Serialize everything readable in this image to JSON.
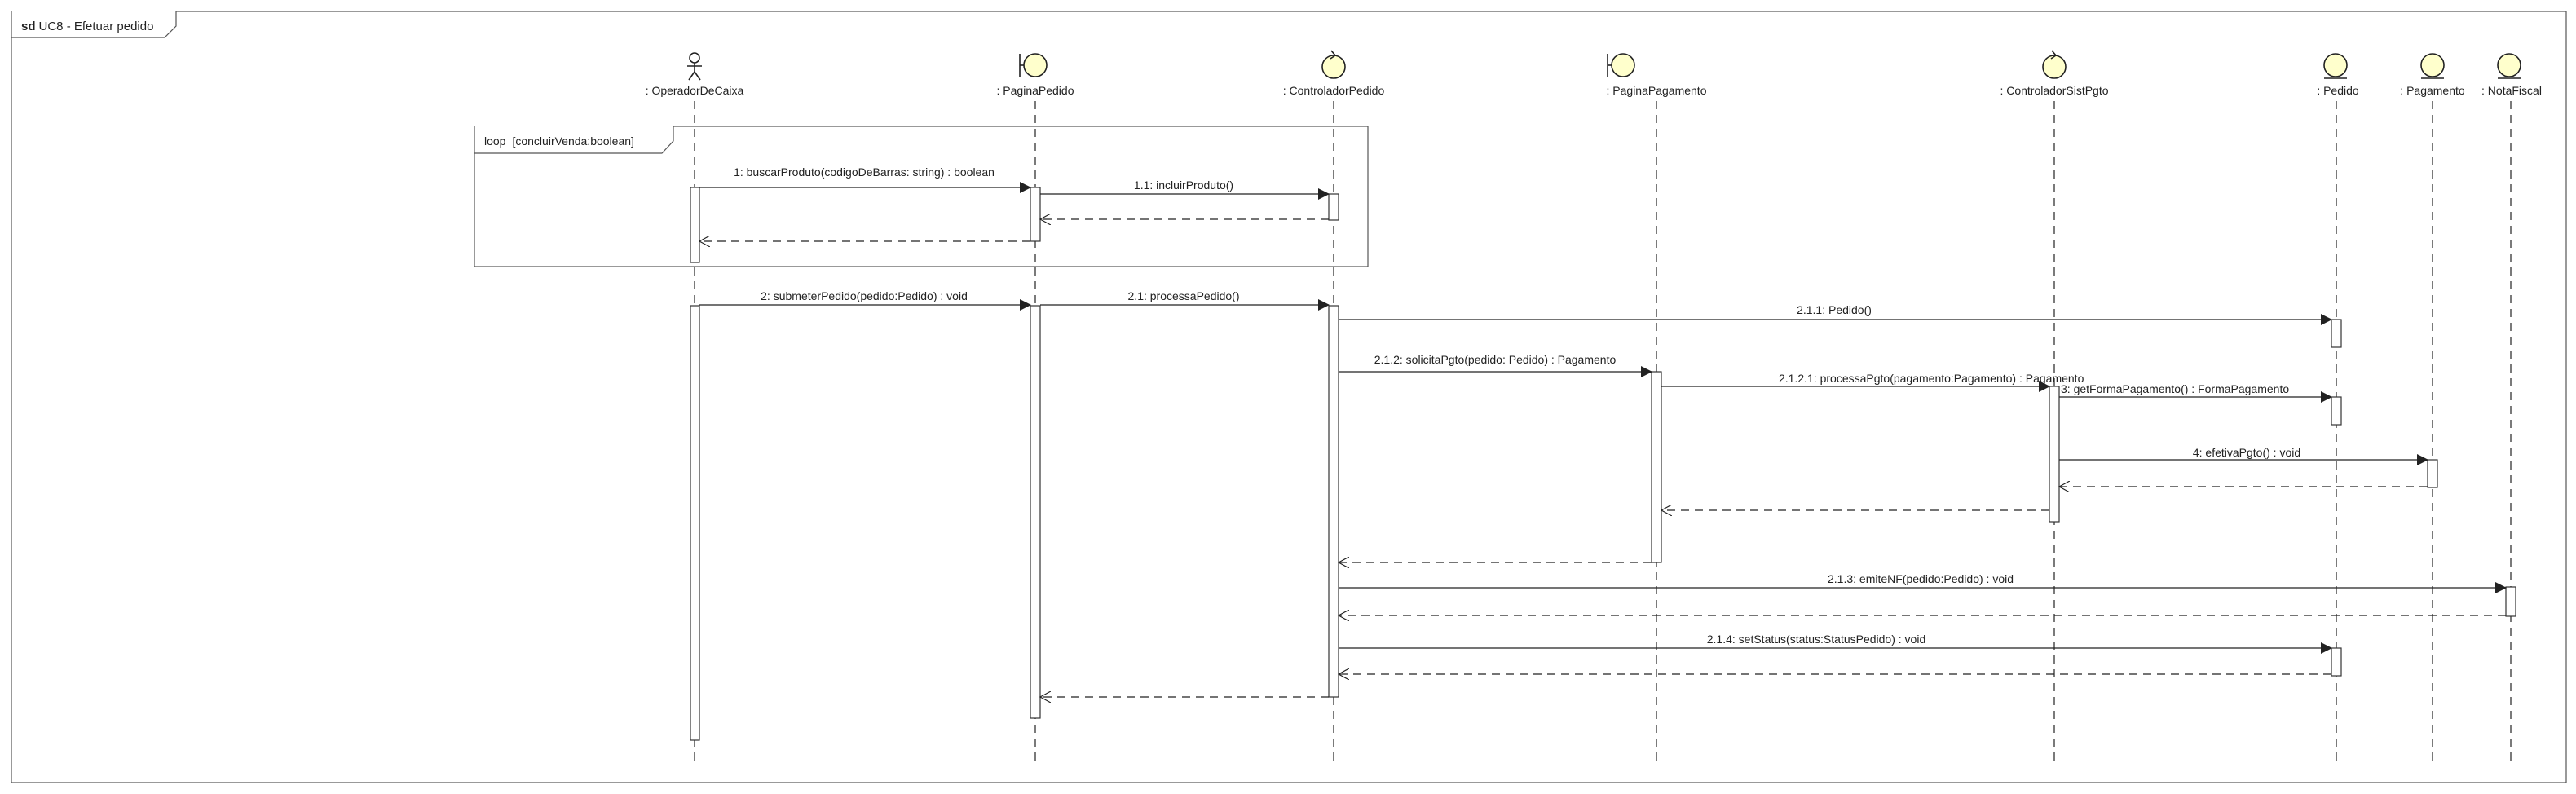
{
  "frame": {
    "keyword": "sd",
    "title": "UC8 - Efetuar pedido"
  },
  "colors": {
    "icon_fill": "#ffffcc",
    "stroke": "#333333",
    "background": "#ffffff"
  },
  "lifelines": [
    {
      "id": "op",
      "label": ": OperadorDeCaixa",
      "kind": "actor-icon"
    },
    {
      "id": "pp",
      "label": ": PaginaPedido",
      "kind": "boundary-icon"
    },
    {
      "id": "cp",
      "label": ": ControladorPedido",
      "kind": "control-icon"
    },
    {
      "id": "pg",
      "label": ": PaginaPagamento",
      "kind": "boundary-icon"
    },
    {
      "id": "csp",
      "label": ": ControladorSistPgto",
      "kind": "control-icon"
    },
    {
      "id": "ped",
      "label": ": Pedido",
      "kind": "entity-icon"
    },
    {
      "id": "pag",
      "label": ": Pagamento",
      "kind": "entity-icon"
    },
    {
      "id": "nf",
      "label": ": NotaFiscal",
      "kind": "entity-icon"
    }
  ],
  "loop_fragment": {
    "keyword": "loop",
    "guard": "[concluirVenda:boolean]"
  },
  "messages": [
    {
      "label": "1: buscarProduto(codigoDeBarras: string) : boolean",
      "from": "op",
      "to": "pp",
      "kind": "call"
    },
    {
      "label": "1.1: incluirProduto()",
      "from": "pp",
      "to": "cp",
      "kind": "call"
    },
    {
      "label": "",
      "from": "cp",
      "to": "pp",
      "kind": "return"
    },
    {
      "label": "",
      "from": "pp",
      "to": "op",
      "kind": "return"
    },
    {
      "label": "2: submeterPedido(pedido:Pedido) : void",
      "from": "op",
      "to": "pp",
      "kind": "call"
    },
    {
      "label": "2.1: processaPedido()",
      "from": "pp",
      "to": "cp",
      "kind": "call"
    },
    {
      "label": "2.1.1: Pedido()",
      "from": "cp",
      "to": "ped",
      "kind": "call"
    },
    {
      "label": "2.1.2: solicitaPgto(pedido: Pedido) : Pagamento",
      "from": "cp",
      "to": "pg",
      "kind": "call"
    },
    {
      "label": "2.1.2.1: processaPgto(pagamento:Pagamento) : Pagamento",
      "from": "pg",
      "to": "csp",
      "kind": "call"
    },
    {
      "label": "3: getFormaPagamento() : FormaPagamento",
      "from": "csp",
      "to": "ped",
      "kind": "call"
    },
    {
      "label": "4: efetivaPgto() : void",
      "from": "csp",
      "to": "pag",
      "kind": "call"
    },
    {
      "label": "",
      "from": "pag",
      "to": "csp",
      "kind": "return"
    },
    {
      "label": "",
      "from": "csp",
      "to": "pg",
      "kind": "return"
    },
    {
      "label": "",
      "from": "pg",
      "to": "cp",
      "kind": "return"
    },
    {
      "label": "2.1.3: emiteNF(pedido:Pedido) : void",
      "from": "cp",
      "to": "nf",
      "kind": "call"
    },
    {
      "label": "",
      "from": "nf",
      "to": "cp",
      "kind": "return"
    },
    {
      "label": "2.1.4: setStatus(status:StatusPedido) : void",
      "from": "cp",
      "to": "ped",
      "kind": "call"
    },
    {
      "label": "",
      "from": "ped",
      "to": "cp",
      "kind": "return"
    },
    {
      "label": "",
      "from": "cp",
      "to": "pp",
      "kind": "return"
    }
  ]
}
